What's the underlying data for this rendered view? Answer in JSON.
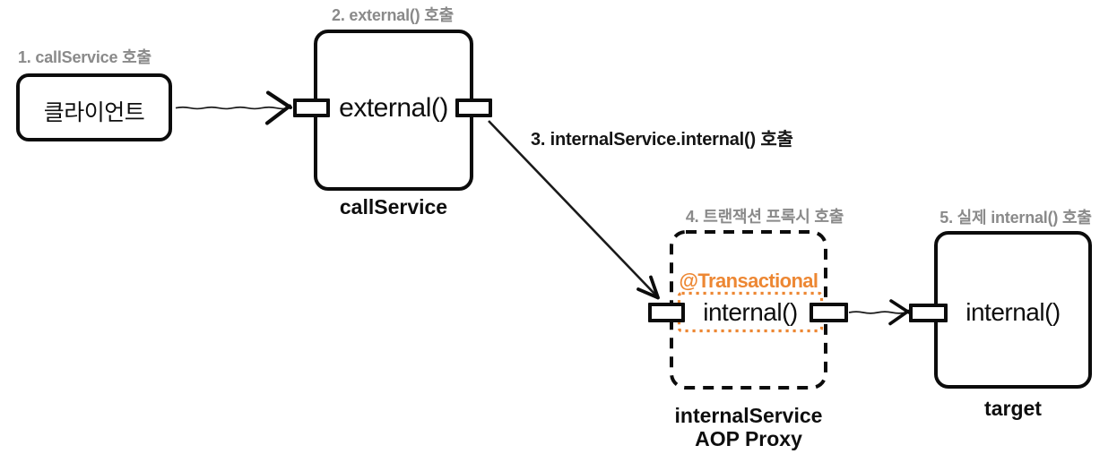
{
  "diagram": {
    "title": "Spring AOP self-invocation proxy call flow",
    "background": "#ffffff",
    "colors": {
      "ink": "#0c0c0c",
      "step_label_gray": "#8a8a8a",
      "transactional_orange": "#ED8733"
    },
    "steps": {
      "step1": "1. callService 호출",
      "step2": "2. external() 호출",
      "step3": "3. internalService.internal() 호출",
      "step4": "4. 트랜잭션 프록시 호출",
      "step5": "5. 실제 internal() 호출"
    },
    "client": {
      "label": "클라이언트"
    },
    "call_service": {
      "method": "external()",
      "caption": "callService"
    },
    "proxy": {
      "annotation": "@Transactional",
      "method": "internal()",
      "caption_line1": "internalService",
      "caption_line2": "AOP Proxy"
    },
    "target": {
      "method": "internal()",
      "caption": "target"
    }
  }
}
